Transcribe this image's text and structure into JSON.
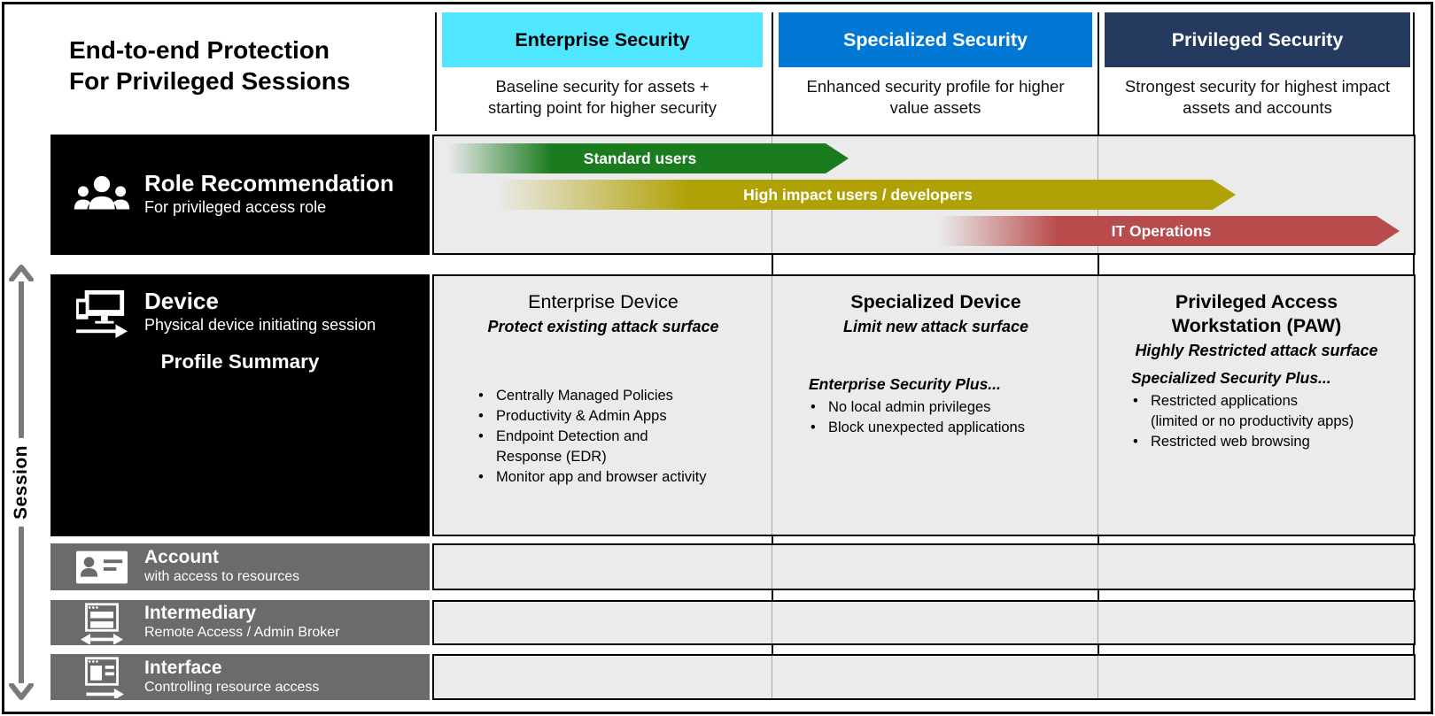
{
  "title": {
    "line1": "End-to-end Protection",
    "line2": "For Privileged Sessions"
  },
  "session_axis": {
    "label": "Session"
  },
  "columns": [
    {
      "label": "Enterprise Security",
      "subtitle": "Baseline security for assets + starting point for higher security",
      "color": "#50E6FF",
      "text_color": "#000000"
    },
    {
      "label": "Specialized Security",
      "subtitle": "Enhanced security profile for higher value assets",
      "color": "#0078D4",
      "text_color": "#FFFFFF"
    },
    {
      "label": "Privileged Security",
      "subtitle": "Strongest security for highest impact assets and accounts",
      "color": "#243A5E",
      "text_color": "#FFFFFF"
    }
  ],
  "rows": {
    "role": {
      "title": "Role Recommendation",
      "subtitle": "For privileged access role",
      "icon": "people-icon",
      "arrows": [
        {
          "label": "Standard users",
          "color": "#1B7B1F"
        },
        {
          "label": "High impact users / developers",
          "color": "#B0A206"
        },
        {
          "label": "IT Operations",
          "color": "#B84B4B"
        }
      ]
    },
    "device": {
      "title": "Device",
      "subtitle": "Physical device initiating session",
      "icon": "device-icon",
      "profile_summary": "Profile Summary",
      "cells": [
        {
          "title": "Enterprise Device",
          "tagline": "Protect existing attack surface",
          "plus": "",
          "bullets": [
            {
              "text": "Centrally Managed Policies"
            },
            {
              "text": "Productivity & Admin Apps"
            },
            {
              "text": "Endpoint Detection and Response (EDR)"
            },
            {
              "text": "Monitor app and browser activity"
            }
          ]
        },
        {
          "title": "Specialized Device",
          "tagline": "Limit new attack surface",
          "plus": "Enterprise Security Plus...",
          "bullets": [
            {
              "text": "No local admin privileges"
            },
            {
              "text": "Block unexpected applications"
            }
          ]
        },
        {
          "title": "Privileged Access Workstation (PAW)",
          "tagline": "Highly Restricted attack surface",
          "plus": "Specialized Security Plus...",
          "bullets": [
            {
              "text": "Restricted applications",
              "sub": "(limited or no productivity apps)"
            },
            {
              "text": "Restricted web browsing"
            }
          ]
        }
      ]
    },
    "account": {
      "title": "Account",
      "subtitle": "with access to resources",
      "icon": "account-card-icon"
    },
    "intermediary": {
      "title": "Intermediary",
      "subtitle": "Remote Access / Admin Broker",
      "icon": "intermediary-window-icon"
    },
    "interface": {
      "title": "Interface",
      "subtitle": "Controlling resource access",
      "icon": "interface-window-icon"
    }
  },
  "palette": {
    "cell_background": "#EBEBEB",
    "row_label_dark": "#000000",
    "row_label_gray": "#6B6B6B",
    "session_arrow_gray": "#7A7A7A"
  }
}
